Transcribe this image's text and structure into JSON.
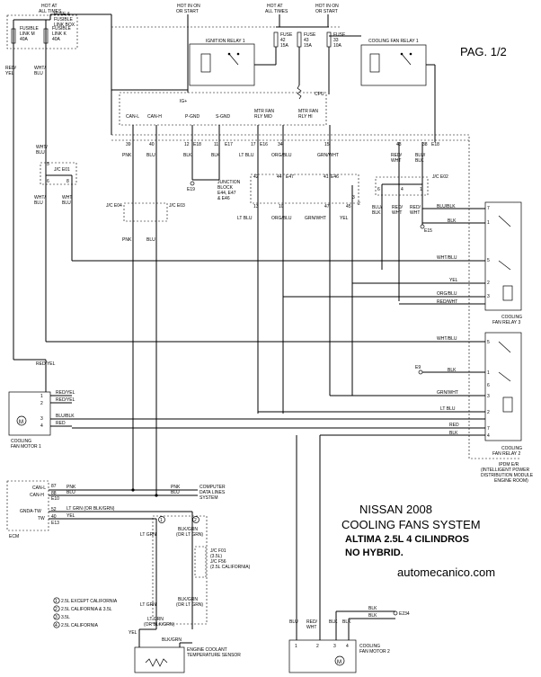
{
  "page_label": "PAG. 1/2",
  "title": {
    "line1": "NISSAN 2008",
    "line2": "COOLING FANS SYSTEM",
    "line3": "ALTIMA  2.5L  4 CILINDROS",
    "line4": "NO  HYBRID."
  },
  "website": "automecanico.com",
  "power": {
    "hot_at_all_times_left": [
      "HOT AT",
      "ALL TIMES"
    ],
    "hot_in_on_left": [
      "HOT IN ON",
      "OR START"
    ],
    "hot_at_all_times_mid": [
      "HOT AT",
      "ALL TIMES"
    ],
    "hot_in_on_right": [
      "HOT IN ON",
      "OR START"
    ]
  },
  "fuse_box": {
    "label": [
      "FUSE &",
      "FUSIBLE",
      "LINK BOX"
    ],
    "link_m": [
      "FUSIBLE",
      "LINK M",
      "40A"
    ],
    "link_k": [
      "FUSIBLE",
      "LINK K",
      "40A"
    ]
  },
  "fuses": [
    {
      "label": [
        "FUSE",
        "42",
        "15A"
      ]
    },
    {
      "label": [
        "FUSE",
        "43",
        "15A"
      ]
    },
    {
      "label": [
        "FUSE",
        "33",
        "10A"
      ]
    }
  ],
  "relays": {
    "ignition_relay_1": "IGNITION RELAY 1",
    "cooling_fan_relay_1": "COOLING FAN RELAY 1",
    "cooling_fan_relay_3": [
      "COOLING",
      "FAN RELAY 3"
    ],
    "cooling_fan_relay_2": [
      "COOLING",
      "FAN RELAY 2"
    ]
  },
  "cpu": {
    "label": "CPU",
    "ign_label": "IG+",
    "pins": [
      "CAN-L",
      "CAN-H",
      "P-GND",
      "S-GND",
      "MTR FAN RLY MID",
      "MTR FAN RLY HI"
    ],
    "mtr_mid": [
      "MTR FAN",
      "RLY MID"
    ],
    "mtr_hi": [
      "MTR FAN",
      "RLY HI"
    ]
  },
  "ipdm": [
    "IPDM E/R",
    "(INTELLIGENT POWER",
    "DISTRIBUTION MODULE",
    "ENGINE ROOM)"
  ],
  "connector_labels": {
    "E18": "E18",
    "E16": "E16",
    "E17": "E17",
    "E19": "E19",
    "E46": "E46",
    "E47": "E47",
    "E18b": "E18",
    "E15": "E15",
    "E9": "E9",
    "E234": "E234",
    "E10": "E10",
    "E13": "E13"
  },
  "pin_numbers": {
    "top_row": [
      "39",
      "40",
      "12",
      "11",
      "17",
      "34",
      "15",
      "43",
      "38"
    ],
    "junction_row": [
      "42",
      "44",
      "41"
    ],
    "junction_lower": [
      "13",
      "10",
      "47",
      "45"
    ],
    "relay3": [
      "7",
      "1",
      "5",
      "2",
      "3"
    ],
    "relay2": [
      "5",
      "1",
      "6",
      "3",
      "2",
      "7",
      "4"
    ],
    "motor1": [
      "1",
      "2",
      "3",
      "4"
    ],
    "ecm": [
      "87",
      "88",
      "52",
      "40"
    ],
    "motor2": [
      "1",
      "2",
      "3",
      "4"
    ],
    "jc_e01": [
      "5",
      "6",
      "8"
    ],
    "jc_e02": [
      "6",
      "4",
      "1"
    ],
    "junction_block_r": [
      "3",
      "2"
    ]
  },
  "junctions": {
    "jc_e01": "J/C E01",
    "jc_e02": "J/C E02",
    "jc_e03": "J/C E03",
    "jc_e04": "J/C E04",
    "junction_block": [
      "JUNCTION",
      "BLOCK",
      "E44, E47",
      "& E46"
    ]
  },
  "wire_colors": {
    "red_yel": [
      "RED/",
      "YEL"
    ],
    "wht_blu": [
      "WHT/",
      "BLU"
    ],
    "pnk": "PNK",
    "blu": "BLU",
    "blk": "BLK",
    "lt_blu": "LT BLU",
    "org_blu": "ORG/BLU",
    "grn_wht": "GRN/WHT",
    "red_wht": [
      "RED/",
      "WHT"
    ],
    "blu_blk": [
      "BLU/",
      "BLK"
    ],
    "wht_blu_lower": [
      "WHT/",
      "BLU"
    ],
    "wht": "WHT",
    "blu_b": "BLU",
    "yel": "YEL",
    "red_yel_line": "RED/YEL",
    "wht_blu_line": "WHT/BLU",
    "blu_blk_line": "BLU/BLK",
    "blk_line": "BLK",
    "wht_blu_r3": "WHT/BLU",
    "yel_line": "YEL",
    "org_blu_line": "ORG/BLU",
    "red_wht_line": "RED/WHT",
    "wht_blu_r2": "WHT/BLU",
    "blk_r2": "BLK",
    "grn_wht_r2": "GRN/WHT",
    "lt_blu_r2": "LT BLU",
    "red_r2": "RED",
    "blk_r2b": "BLK",
    "red_yel_m1": "RED/YEL",
    "red_yel_m1b": "RED/YEL",
    "blu_blk_m1": "BLU/BLK",
    "red_m1": "RED",
    "pnk_ecm": "PNK",
    "blu_ecm": "BLU",
    "lt_grn_ecm": "LT GRN  (OR BLK/GRN)",
    "yel_ecm": "YEL",
    "lt_grn_s": "LT GRN",
    "blk_grn_s": [
      "BLK/GRN",
      "(OR LT GRN)"
    ],
    "blk_grn_s2": [
      "BLK/GRN",
      "(OR LT GRN)"
    ],
    "lt_grn_s2": "LT GRN",
    "lt_grn_s3": [
      "LT GRN",
      "(OR BLK/GRN)"
    ],
    "yel_s": "YEL",
    "blk_grn_s3": "BLK/GRN",
    "blu_m2": "BLU",
    "red_wht_m2": [
      "RED/",
      "WHT"
    ],
    "blk_m2": "BLK",
    "blk_m2b": "BLK",
    "blu_m2b": "BLU",
    "blk_m2c": "BLK",
    "blk_m2d": "BLK"
  },
  "ecm": {
    "pins": [
      "CAN-L",
      "CAN-H",
      "GNDA-TW",
      "TW"
    ],
    "label": "ECM"
  },
  "computer_data": [
    "COMPUTER",
    "DATA LINES",
    "SYSTEM"
  ],
  "jc_f01": [
    "J/C F01",
    "(3.5L)",
    "J/C F56",
    "(2.5L CALIFORNIA)"
  ],
  "legend": [
    "2.5L EXCEPT CALIFORNIA",
    "2.5L CALIFORNIA & 3.5L",
    "3.5L",
    "2.5L CALIFORNIA"
  ],
  "legend_nums": [
    "1",
    "2",
    "3",
    "4"
  ],
  "sensor": [
    "ENGINE COOLANT",
    "TEMPERATURE SENSOR"
  ],
  "motor1_label": [
    "COOLING",
    "FAN MOTOR 1"
  ],
  "motor2_label": [
    "COOLING",
    "FAN MOTOR 2"
  ],
  "motor_symbol": "M"
}
